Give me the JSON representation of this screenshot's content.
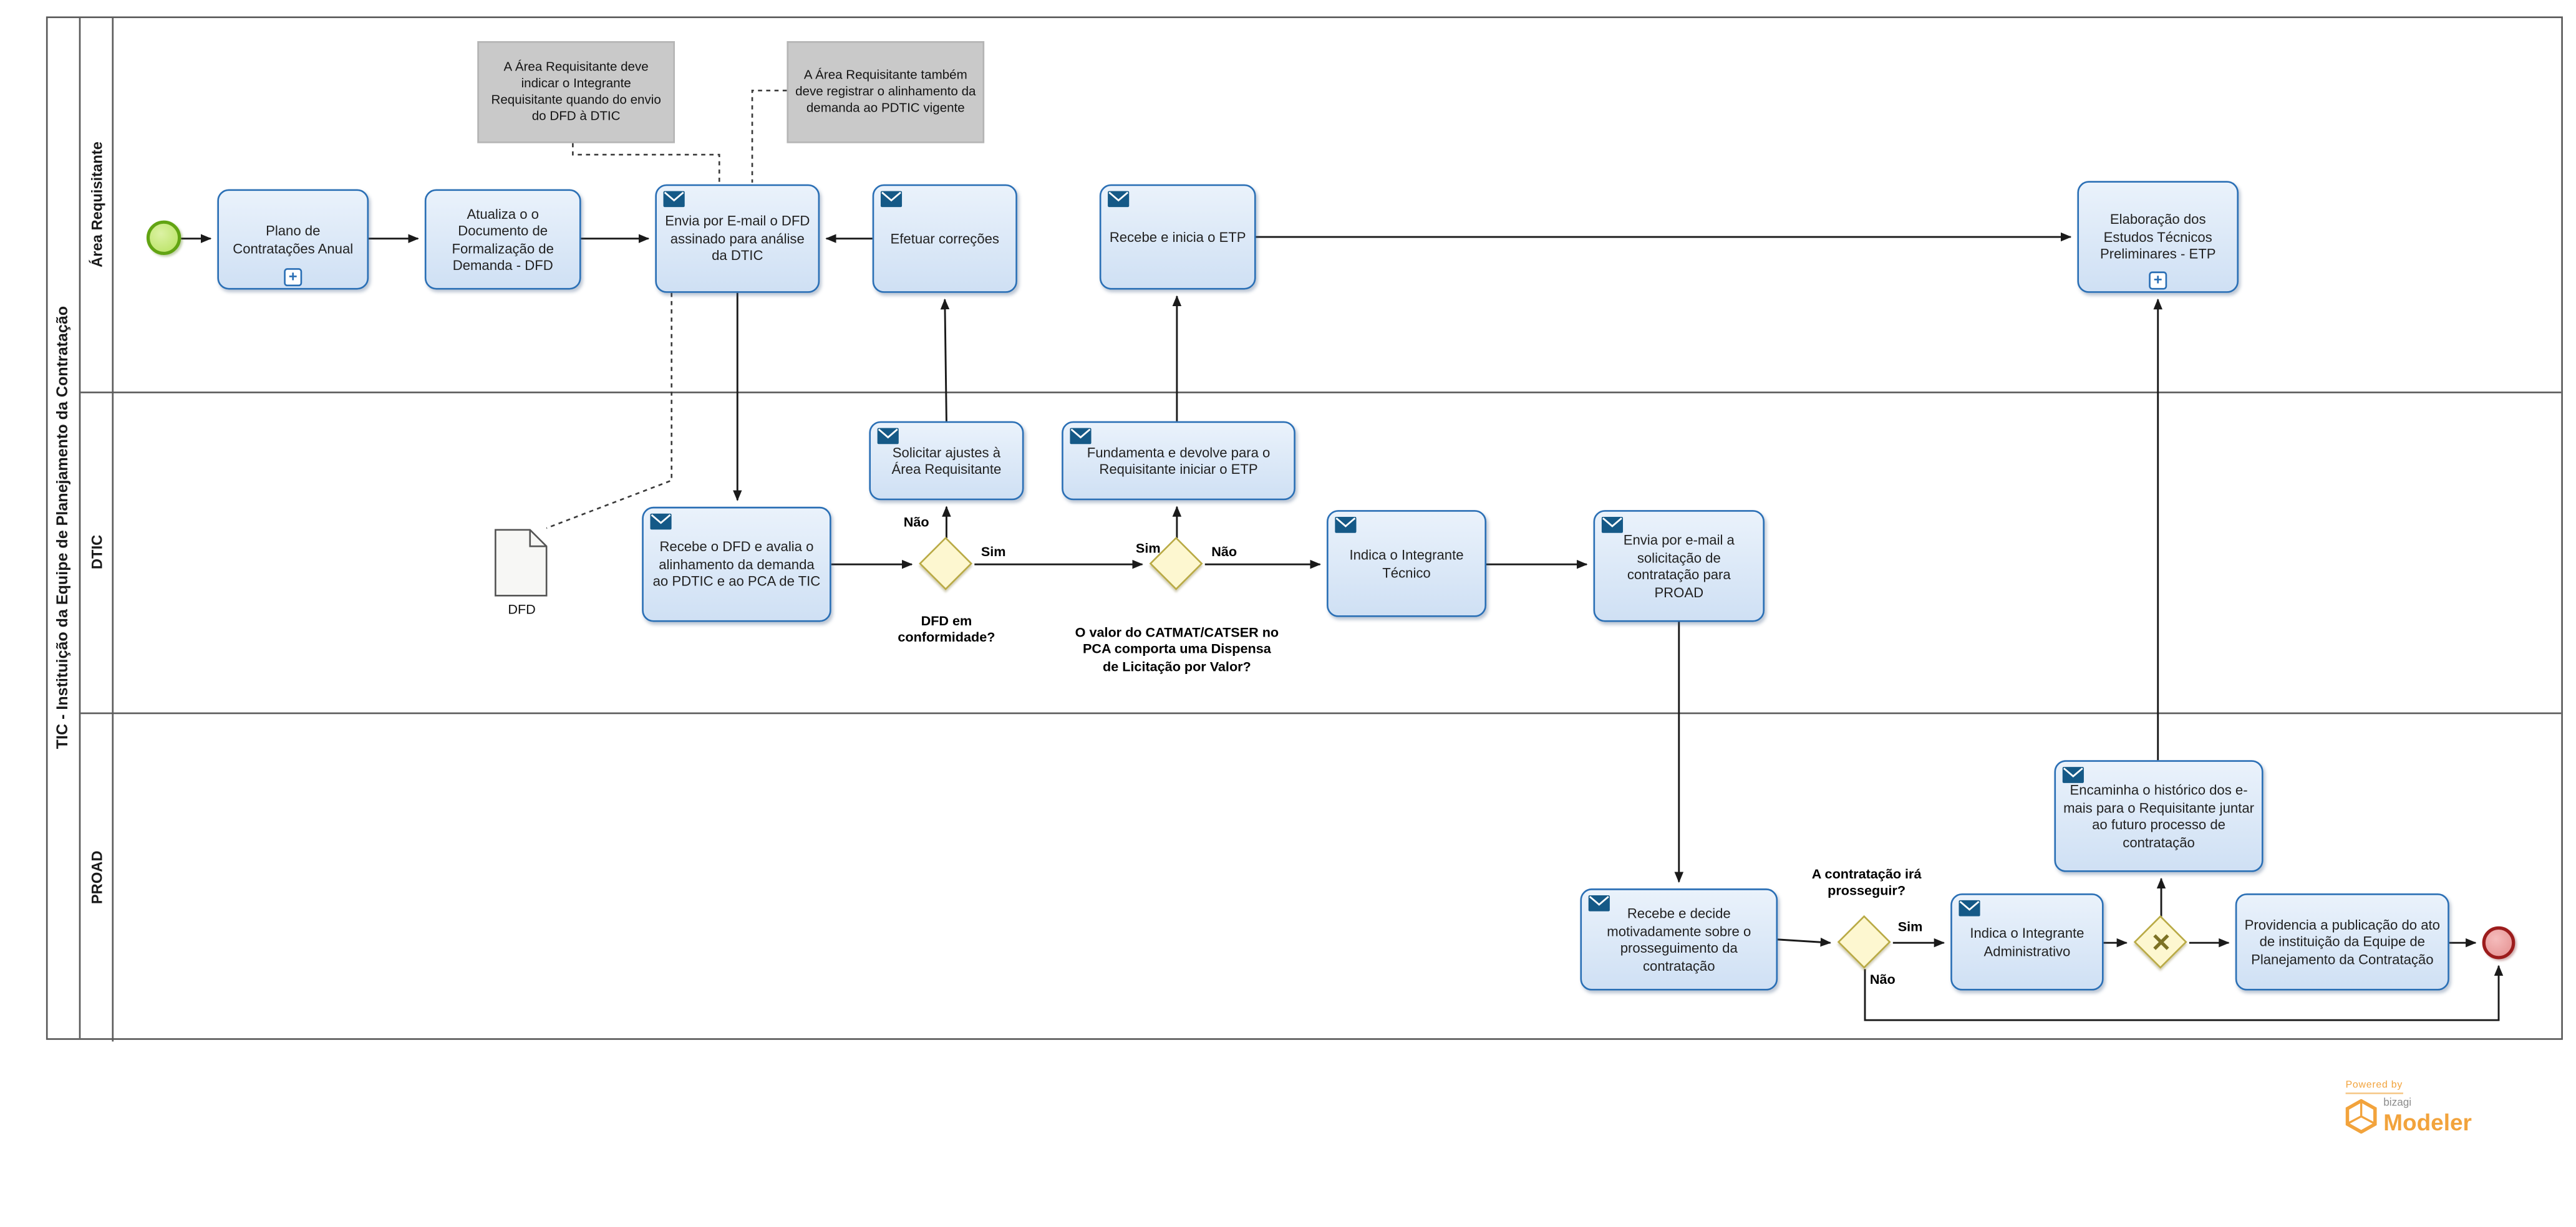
{
  "pool": {
    "title": "TIC - Instituição da Equipe de Planejamento da Contratação"
  },
  "lanes": {
    "requisitante": "Área Requisitante",
    "dtic": "DTIC",
    "proad": "PROAD"
  },
  "tasks": {
    "plano": "Plano de Contratações Anual",
    "atualiza_dfd": "Atualiza o o Documento de Formalização de Demanda - DFD",
    "envia_email_dfd": "Envia por E-mail o DFD assinado para análise da DTIC",
    "efetuar_correcoes": "Efetuar correções",
    "recebe_inicia_etp": "Recebe e inicia o ETP",
    "elaboracao_etp": "Elaboração dos Estudos Técnicos Preliminares - ETP",
    "recebe_dfd_avalia": "Recebe o DFD e avalia o alinhamento da demanda ao PDTIC e ao PCA de TIC",
    "solicitar_ajustes": "Solicitar ajustes à Área Requisitante",
    "fundamenta_devolve": "Fundamenta e devolve para o Requisitante iniciar o ETP",
    "indica_tecnico": "Indica o Integrante Técnico",
    "envia_solicitacao_proad": "Envia por e-mail a solicitação de contratação para PROAD",
    "recebe_decide": "Recebe e decide motivadamente sobre o prosseguimento da contratação",
    "indica_administrativo": "Indica o Integrante Administrativo",
    "encaminha_historico": "Encaminha o histórico dos e-mais para o Requisitante juntar ao futuro processo de contratação",
    "providencia_publicacao": "Providencia a publicação do ato de instituição da Equipe de Planejamento da Contratação"
  },
  "gateways": {
    "dfd_conformidade": "DFD em conformidade?",
    "dispensa_valor": "O valor do CATMAT/CATSER no PCA comporta uma Dispensa de Licitação por Valor?",
    "contratacao_prosseguir": "A contratação irá prosseguir?"
  },
  "flow_labels": {
    "sim": "Sim",
    "nao": "Não"
  },
  "annotations": {
    "indicar_integrante": "A Área Requisitante deve indicar o Integrante Requisitante quando do envio do DFD à DTIC",
    "registrar_alinhamento": "A Área Requisitante também deve registrar o alinhamento da demanda ao PDTIC vigente"
  },
  "artifacts": {
    "dfd": "DFD"
  },
  "markers": {
    "subprocess": "+"
  },
  "icons": {
    "exclusive_x": "✕"
  },
  "branding": {
    "powered_by": "Powered by",
    "brand": "bizagi",
    "product": "Modeler"
  },
  "colors": {
    "task_fill": "#d7e6f7",
    "task_border": "#2a6fb5",
    "gateway_fill": "#fdf7d0",
    "gateway_border": "#b9aa45",
    "start_fill": "#c3e871",
    "start_border": "#62a413",
    "end_fill": "#eda4a4",
    "end_border": "#9c1c1c",
    "annotation_fill": "#c9c9c9",
    "accent_orange": "#f2a33c",
    "message_icon": "#155987"
  }
}
